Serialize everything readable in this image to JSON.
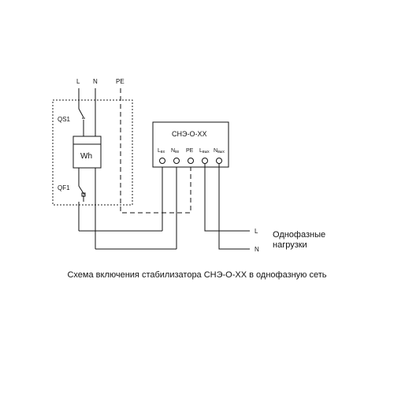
{
  "supply": {
    "l_label": "L",
    "n_label": "N",
    "pe_label": "PE"
  },
  "panel": {
    "qs1_label": "QS1",
    "meter_label": "Wh",
    "qf1_label": "QF1"
  },
  "stabilizer": {
    "title": "СНЭ-О-ХХ",
    "terminals": [
      {
        "main": "L",
        "sub": "вх"
      },
      {
        "main": "N",
        "sub": "вх"
      },
      {
        "main": "PE",
        "sub": ""
      },
      {
        "main": "L",
        "sub": "вых"
      },
      {
        "main": "N",
        "sub": "вых"
      }
    ]
  },
  "output": {
    "l_label": "L",
    "n_label": "N",
    "load_line1": "Однофазные",
    "load_line2": "нагрузки"
  },
  "caption": "Схема включения стабилизатора СНЭ-О-ХХ в однофазную сеть"
}
